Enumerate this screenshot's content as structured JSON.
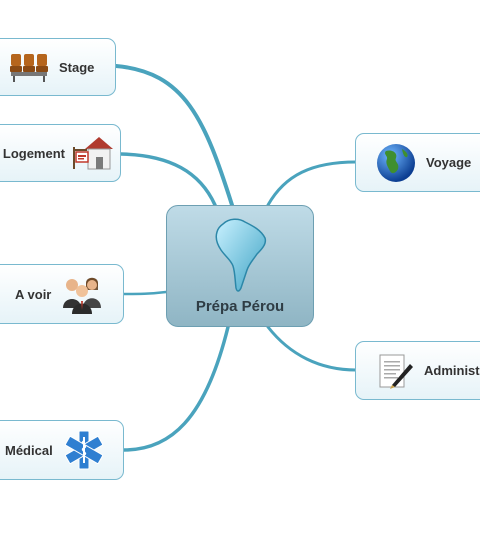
{
  "diagram": {
    "central": {
      "label": "Prépa Pérou",
      "icon": "south-america-icon"
    },
    "branches": [
      {
        "label": "Stage",
        "icon": "theater-seats-icon"
      },
      {
        "label": "Logement",
        "icon": "house-for-sale-icon"
      },
      {
        "label": "A voir",
        "icon": "people-group-icon"
      },
      {
        "label": "Médical",
        "icon": "star-of-life-icon"
      },
      {
        "label": "Voyage",
        "icon": "globe-icon"
      },
      {
        "label": "Administratif",
        "icon": "document-pen-icon"
      }
    ],
    "colors": {
      "link": "#4aa3bd",
      "border": "#79b9cf",
      "central_fill": "#a9ccd9"
    }
  }
}
